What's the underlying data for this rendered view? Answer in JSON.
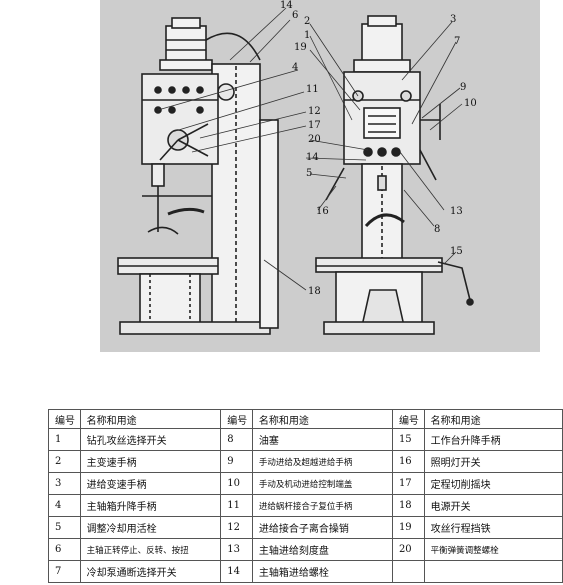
{
  "figure": {
    "left_callouts": [
      "14",
      "6",
      "2",
      "19",
      "1",
      "4",
      "11",
      "12",
      "17",
      "20",
      "14",
      "5",
      "16"
    ],
    "right_callouts": [
      "3",
      "7",
      "9",
      "10",
      "13",
      "8",
      "15",
      "18"
    ]
  },
  "table": {
    "headers": [
      "编号",
      "名称和用途",
      "编号",
      "名称和用途",
      "编号",
      "名称和用途"
    ],
    "rows": [
      [
        "1",
        "钻孔攻丝选择开关",
        "8",
        "油塞",
        "15",
        "工作台升降手柄"
      ],
      [
        "2",
        "主变速手柄",
        "9",
        "手动进给及超越进给手柄",
        "16",
        "照明灯开关"
      ],
      [
        "3",
        "进给变速手柄",
        "10",
        "手动及机动进给控制端盖",
        "17",
        "定程切削摇块"
      ],
      [
        "4",
        "主轴箱升降手柄",
        "11",
        "进给蜗杆接合子复位手柄",
        "18",
        "电源开关"
      ],
      [
        "5",
        "调整冷却用活栓",
        "12",
        "进给接合子离合操销",
        "19",
        "攻丝行程挡铁"
      ],
      [
        "6",
        "主轴正转停止、反转、按扭",
        "13",
        "主轴进给刻度盘",
        "20",
        "平衡弹簧调整螺栓"
      ],
      [
        "7",
        "冷却泵通断选择开关",
        "14",
        "主轴箱进给螺栓",
        "",
        ""
      ]
    ]
  }
}
